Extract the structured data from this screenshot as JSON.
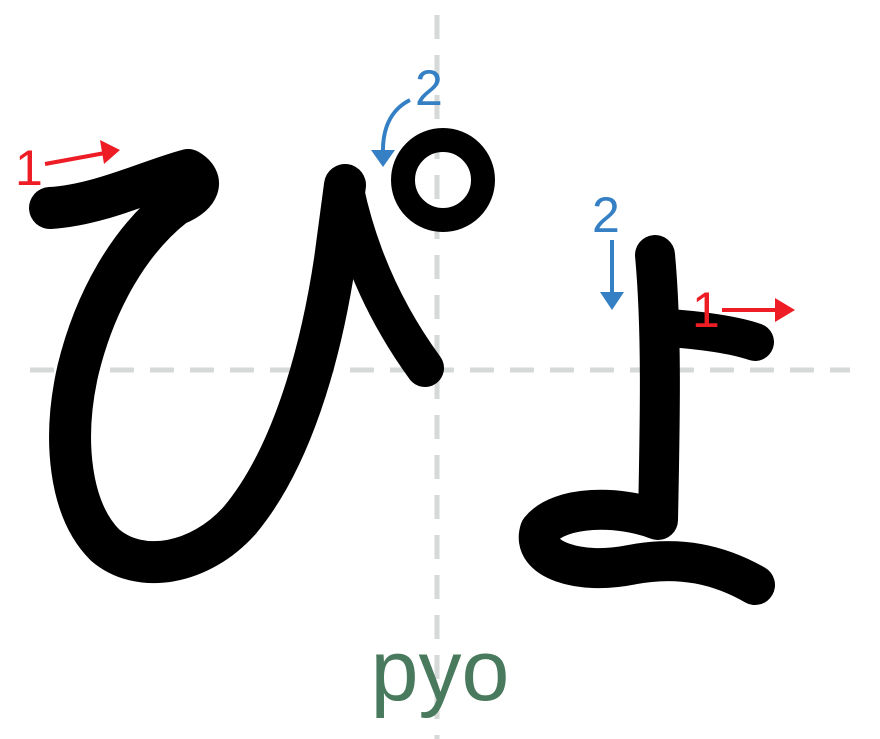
{
  "kana": "ぴょ",
  "romaji": "pyo",
  "colors": {
    "ink": "#000000",
    "guide": "#d5dad8",
    "stroke_one": "#ee1c25",
    "stroke_two": "#3580c4",
    "romaji": "#4a7a5e"
  },
  "pi": {
    "stroke_labels": [
      "1",
      "2"
    ]
  },
  "yo": {
    "stroke_labels": [
      "1",
      "2"
    ]
  }
}
